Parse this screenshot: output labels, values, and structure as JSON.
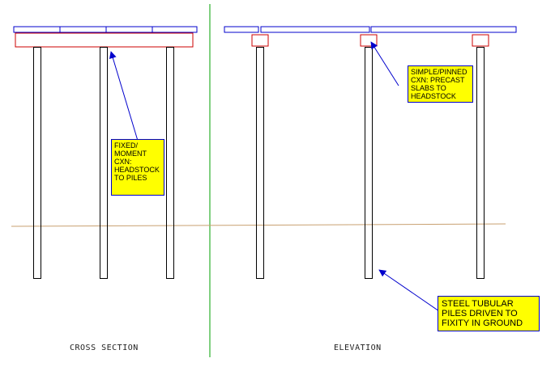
{
  "notes": {
    "fixed": [
      "FIXED/",
      "MOMENT",
      "CXN:",
      "HEADSTOCK",
      "TO PILES"
    ],
    "simple": [
      "SIMPLE/PINNED",
      "CXN: PRECAST",
      "SLABS TO",
      "HEADSTOCK"
    ],
    "steel": [
      "STEEL TUBULAR",
      "PILES DRIVEN TO",
      "FIXITY IN GROUND"
    ]
  },
  "captions": {
    "cross_section": "CROSS SECTION",
    "elevation": "ELEVATION"
  },
  "colors": {
    "slab": "#0000cc",
    "headstock": "#cc0000",
    "pile": "#000000",
    "ground": "#c8a070",
    "divider": "#00a000",
    "note_fill": "#ffff00",
    "leader": "#0000cc"
  }
}
